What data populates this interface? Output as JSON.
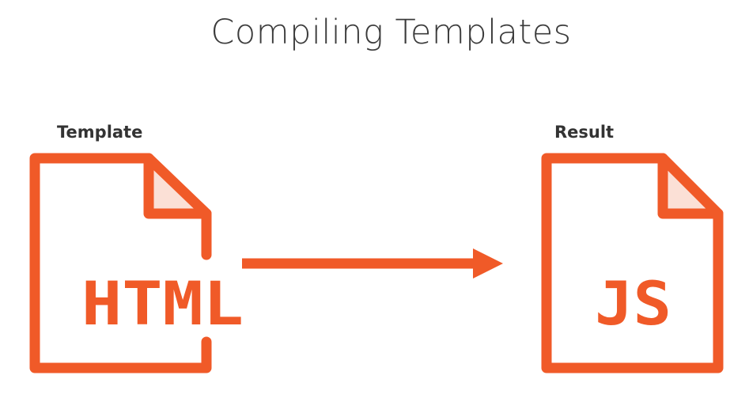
{
  "title": "Compiling Templates",
  "source": {
    "label": "Template",
    "file_text": "HTML"
  },
  "target": {
    "label": "Result",
    "file_text": "JS"
  },
  "colors": {
    "accent": "#f05a28",
    "corner_fill": "#fbe0d6",
    "title_text": "#3b3b3b",
    "label_text": "#333333"
  },
  "icons": {
    "source": "html-file-icon",
    "arrow": "arrow-right-icon",
    "target": "js-file-icon"
  }
}
